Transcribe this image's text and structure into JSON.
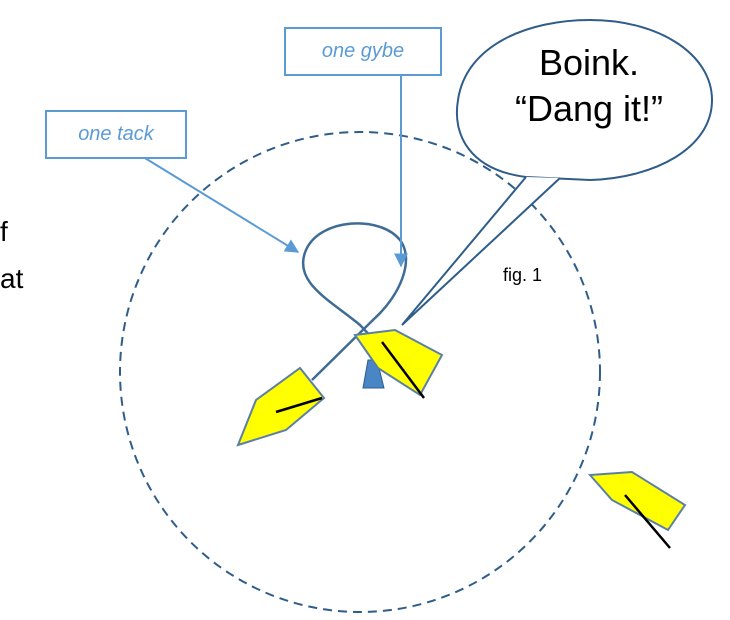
{
  "labels": {
    "tack": "one tack",
    "gybe": "one gybe"
  },
  "speech": {
    "line1": "Boink.",
    "line2": "“Dang it!”"
  },
  "figure_label": "fig. 1",
  "side_text": {
    "line1": "f",
    "line2": "at"
  },
  "colors": {
    "boat_fill": "#ffff00",
    "boat_outline": "#5b7fa6",
    "accent_blue": "#5b9bd5",
    "circle_dash": "#2f5d8a",
    "track": "#3f6c94",
    "mark": "#4a86c5"
  }
}
